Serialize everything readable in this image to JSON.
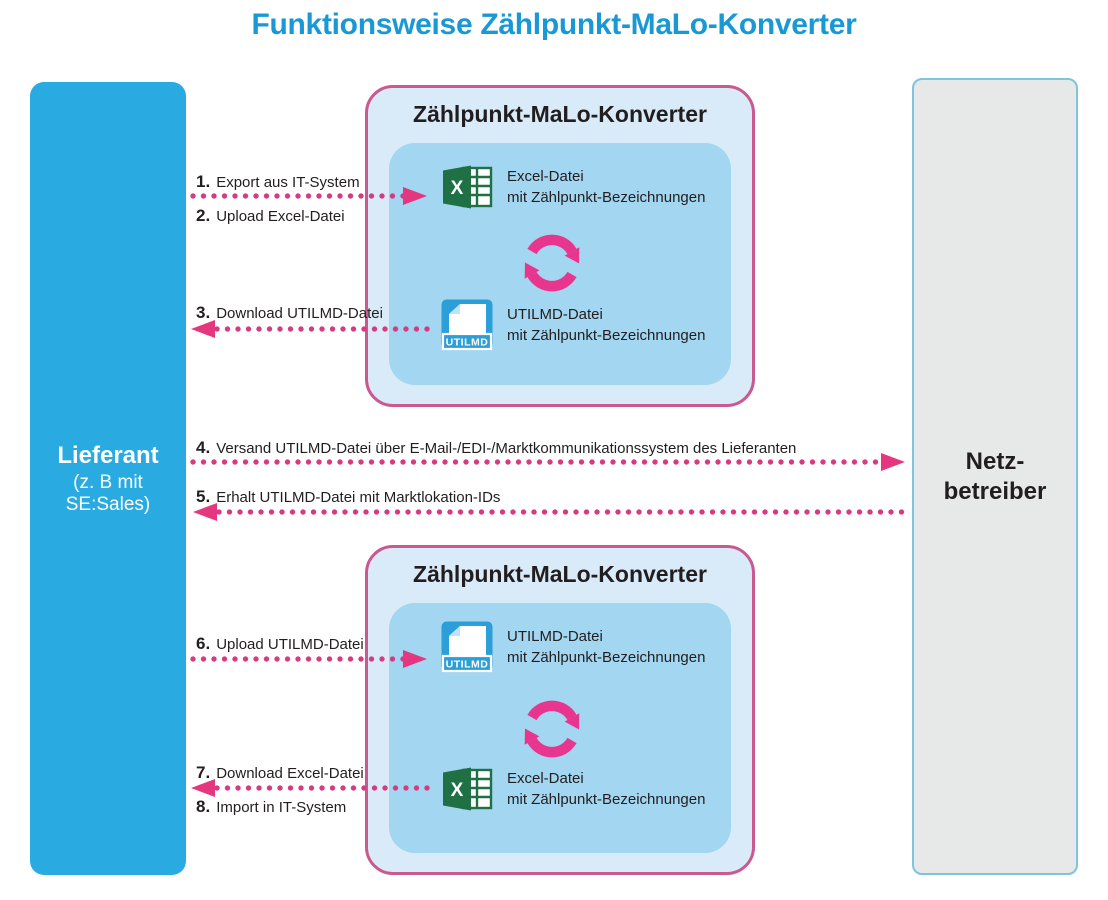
{
  "title": "Funktionsweise Zählpunkt-MaLo-Konverter",
  "actors": {
    "lieferant": {
      "name": "Lieferant",
      "subtitle": "(z. B mit SE:Sales)"
    },
    "netzbetreiber": {
      "name_line1": "Netz-",
      "name_line2": "betreiber"
    }
  },
  "converters": [
    {
      "title": "Zählpunkt-MaLo-Konverter",
      "items": [
        {
          "icon": "excel-file-icon",
          "letter": "X",
          "title": "Excel-Datei",
          "subtitle": "mit Zählpunkt-Bezeichnungen"
        },
        {
          "icon": "sync-arrows-icon"
        },
        {
          "icon": "utilmd-file-icon",
          "badge": "UTILMD",
          "title": "UTILMD-Datei",
          "subtitle": "mit Zählpunkt-Bezeichnungen"
        }
      ]
    },
    {
      "title": "Zählpunkt-MaLo-Konverter",
      "items": [
        {
          "icon": "utilmd-file-icon",
          "badge": "UTILMD",
          "title": "UTILMD-Datei",
          "subtitle": "mit Zählpunkt-Bezeichnungen"
        },
        {
          "icon": "sync-arrows-icon"
        },
        {
          "icon": "excel-file-icon",
          "letter": "X",
          "title": "Excel-Datei",
          "subtitle": "mit Zählpunkt-Bezeichnungen"
        }
      ]
    }
  ],
  "steps": [
    {
      "number": "1.",
      "label": "Export aus IT-System",
      "direction": "right"
    },
    {
      "number": "2.",
      "label": "Upload Excel-Datei",
      "direction": "right"
    },
    {
      "number": "3.",
      "label": "Download UTILMD-Datei",
      "direction": "left"
    },
    {
      "number": "4.",
      "label": "Versand UTILMD-Datei über E-Mail-/EDI-/Marktkommunikationssystem des Lieferanten",
      "direction": "right"
    },
    {
      "number": "5.",
      "label": "Erhalt UTILMD-Datei mit Marktlokation-IDs",
      "direction": "left"
    },
    {
      "number": "6.",
      "label": "Upload UTILMD-Datei",
      "direction": "right"
    },
    {
      "number": "7.",
      "label": "Download Excel-Datei",
      "direction": "left"
    },
    {
      "number": "8.",
      "label": "Import in IT-System",
      "direction": "left"
    }
  ],
  "colors": {
    "title_blue": "#1899D6",
    "lieferant_bg": "#29ABE2",
    "netzbetreiber_bg": "#E7E8E8",
    "netzbetreiber_border": "#7FC3DD",
    "converter_bg": "#D9EBF8",
    "converter_border": "#C9598F",
    "inner_panel_bg": "#A3D6F0",
    "arrow_dots": "#D63B82",
    "arrow_head": "#E4377F",
    "sync_pink": "#E8368F",
    "excel_green": "#1F7145",
    "utilmd_blue": "#2D9FD8",
    "text_dark": "#221E1F"
  }
}
